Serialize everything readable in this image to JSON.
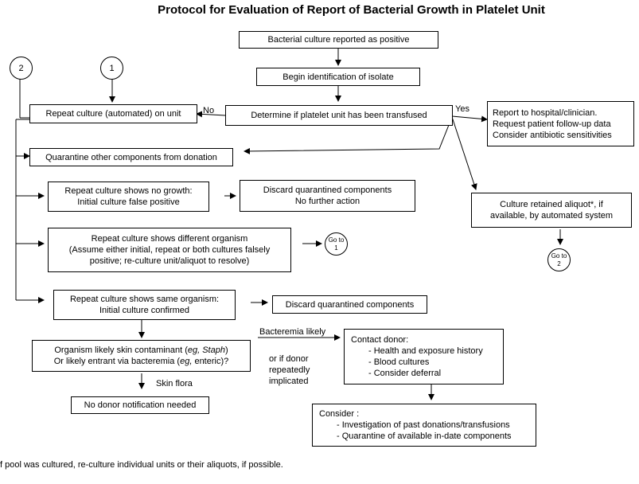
{
  "title": "Protocol for Evaluation of Report of Bacterial Growth in Platelet Unit",
  "connectors": {
    "circle1": "1",
    "circle2": "2"
  },
  "boxes": {
    "culture_positive": "Bacterial culture reported as positive",
    "begin_id": "Begin identification of isolate",
    "determine_transfused": "Determine if platelet unit has been transfused",
    "repeat_culture": "Repeat culture (automated) on unit",
    "report_hospital": [
      "Report to hospital/clinician.",
      "Request patient follow-up data",
      "Consider antibiotic sensitivities"
    ],
    "quarantine": "Quarantine other components from donation",
    "no_growth": [
      "Repeat culture shows no growth:",
      "Initial culture false positive"
    ],
    "discard_no_action": [
      "Discard quarantined components",
      "No further action"
    ],
    "retained_aliquot": [
      "Culture retained aliquot*, if",
      "available, by automated system"
    ],
    "different_organism": [
      "Repeat culture shows different organism",
      "(Assume either initial, repeat or both cultures falsely",
      "positive; re-culture unit/aliquot to resolve)"
    ],
    "same_organism": [
      "Repeat culture shows same organism:",
      "Initial culture confirmed"
    ],
    "discard_quarantined": "Discard quarantined components",
    "skin_contaminant": {
      "line1_pre": "Organism likely skin contaminant  (",
      "line1_it": "eg, Staph",
      "line1_post": ")",
      "line2_pre": "Or likely entrant via bacteremia (",
      "line2_it": "eg,",
      "line2_post": " enteric)?"
    },
    "contact_donor": {
      "heading": "Contact donor:",
      "items": [
        "- Health and exposure history",
        "- Blood cultures",
        "- Consider deferral"
      ]
    },
    "no_donor_notification": "No donor notification needed",
    "consider": {
      "heading": "Consider :",
      "items": [
        "- Investigation of past donations/transfusions",
        "- Quarantine of available in-date components"
      ]
    }
  },
  "goto": {
    "goto1": [
      "Go to",
      "1"
    ],
    "goto2": [
      "Go to",
      "2"
    ]
  },
  "labels": {
    "no": "No",
    "yes": "Yes",
    "skin_flora": "Skin flora",
    "bacteremia_likely": "Bacteremia likely",
    "or_if_donor": [
      "or if donor",
      "repeatedly",
      "implicated"
    ]
  },
  "footnote": "f pool was cultured, re-culture individual units or their aliquots, if possible."
}
